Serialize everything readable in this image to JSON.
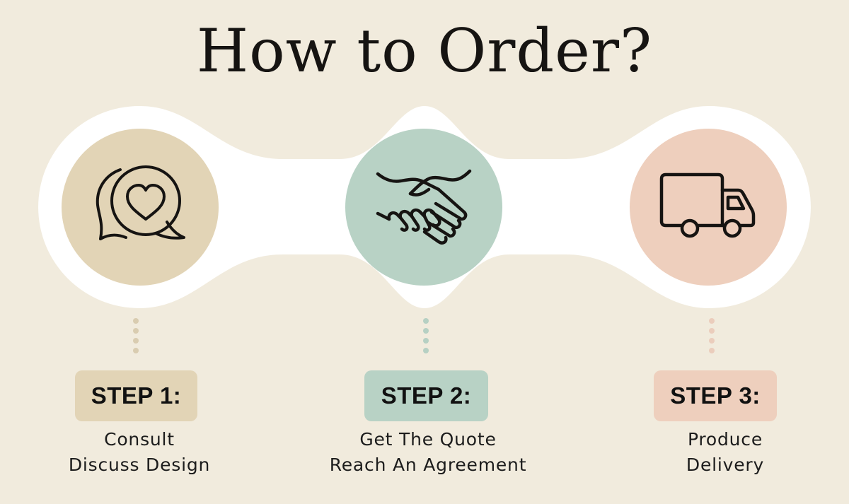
{
  "title": "How to Order?",
  "colors": {
    "background": "#f1ebdd",
    "band": "#ffffff",
    "step1": "#e2d4b6",
    "step2": "#b8d2c5",
    "step3": "#eecfbd",
    "step1_dots": "#d9ccb0",
    "step2_dots": "#b6d0c3",
    "step3_dots": "#ebcdbc"
  },
  "steps": [
    {
      "icon": "heart-speech-bubble-icon",
      "label": "STEP 1:",
      "line1": "Consult",
      "line2": "Discuss Design"
    },
    {
      "icon": "handshake-icon",
      "label": "STEP 2:",
      "line1": "Get The Quote",
      "line2": "Reach An Agreement"
    },
    {
      "icon": "delivery-truck-icon",
      "label": "STEP 3:",
      "line1": "Produce",
      "line2": "Delivery"
    }
  ]
}
